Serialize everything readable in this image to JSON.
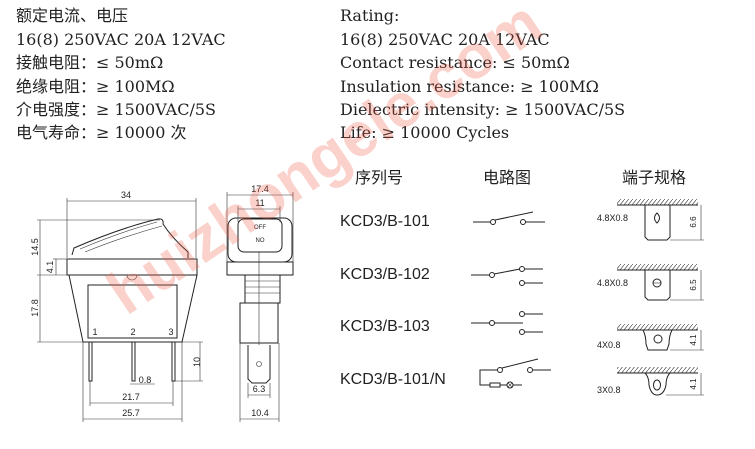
{
  "specs_cn": [
    "额定电流、电压",
    "16(8) 250VAC  20A 12VAC",
    "接触电阻：≤ 50mΩ",
    "绝缘电阻：≥ 100MΩ",
    "介电强度：≥ 1500VAC/5S",
    "电气寿命：≥ 10000 次"
  ],
  "specs_en": [
    "Rating:",
    "16(8) 250VAC  20A 12VAC",
    "Contact resistance: ≤ 50mΩ",
    "Insulation resistance: ≥ 100MΩ",
    "Dielectric intensity: ≥ 1500VAC/5S",
    "Life: ≥ 10000 Cycles"
  ],
  "table_headers": {
    "serial": "序列号",
    "circuit": "电路图",
    "terminal": "端子规格"
  },
  "models": [
    {
      "code": "KCD3/B-101",
      "terminal": "4.8X0.8",
      "height": "6.6"
    },
    {
      "code": "KCD3/B-102",
      "terminal": "4.8X0.8",
      "height": "6.5"
    },
    {
      "code": "KCD3/B-103",
      "terminal": "4X0.8",
      "height": "4.1"
    },
    {
      "code": "KCD3/B-101/N",
      "terminal": "3X0.8",
      "height": "4.1"
    }
  ],
  "front_view": {
    "width": "34",
    "rocker_height": "14.5",
    "flange": "4.1",
    "body_height": "17.8",
    "pin_length": "10",
    "pin_thickness": "0.8",
    "pin_span": "21.7",
    "base_width": "25.7",
    "pins": [
      "1",
      "2",
      "3"
    ]
  },
  "side_view": {
    "width": "17.4",
    "button_width": "11",
    "off": "OFF",
    "on": "NO",
    "terminal_width": "6.3",
    "base_width": "10.4"
  },
  "watermark": "huizhongele.com"
}
